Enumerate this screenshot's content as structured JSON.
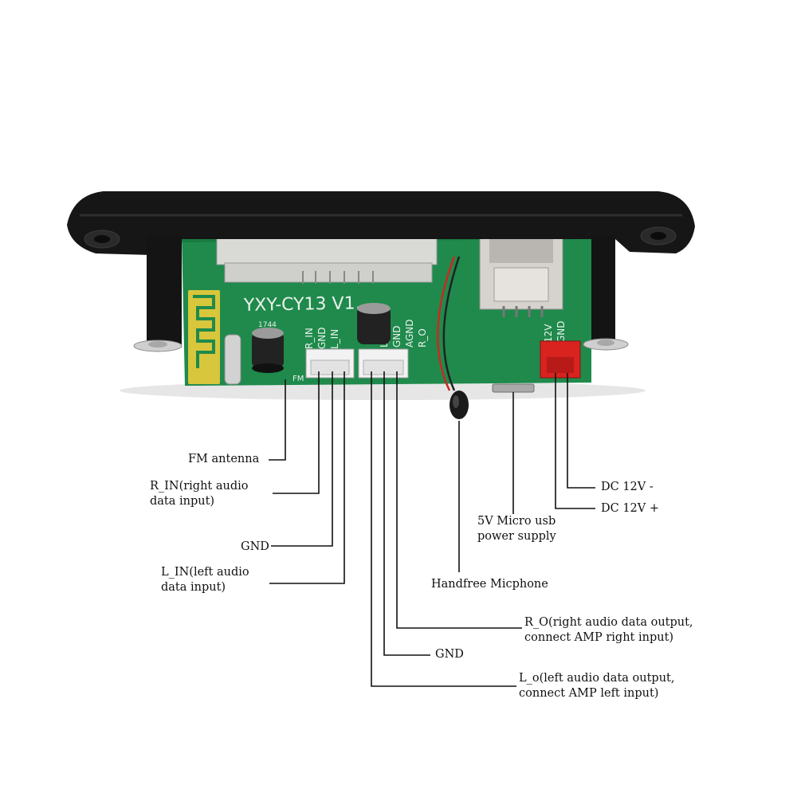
{
  "board": {
    "model": "YXY-CY13 V1.",
    "date_code": "1744",
    "fm_mark": "FM",
    "pin_marks": [
      "R_IN",
      "GND",
      "L_IN",
      "L_O",
      "GND",
      "AGND",
      "R_O",
      "12V",
      "GND"
    ]
  },
  "colors": {
    "pcb": "#1f8a4c",
    "bracket": "#151515",
    "connector_red": "#d9231f",
    "connector_white": "#f2f2f2",
    "lead_line": "#111111"
  },
  "callouts": [
    {
      "id": "fm",
      "lines": [
        "FM antenna"
      ]
    },
    {
      "id": "rin",
      "lines": [
        "R_IN(right audio",
        "data input)"
      ]
    },
    {
      "id": "gnd-in",
      "lines": [
        "GND"
      ]
    },
    {
      "id": "lin",
      "lines": [
        "L_IN(left audio",
        "data input)"
      ]
    },
    {
      "id": "mic",
      "lines": [
        "Handfree Micphone"
      ]
    },
    {
      "id": "usb",
      "lines": [
        "5V Micro usb",
        "power supply"
      ]
    },
    {
      "id": "dcneg",
      "lines": [
        "DC 12V -"
      ]
    },
    {
      "id": "dcpos",
      "lines": [
        "DC 12V +"
      ]
    },
    {
      "id": "ro",
      "lines": [
        "R_O(right audio data output,",
        "connect AMP right input)"
      ]
    },
    {
      "id": "gnd-out",
      "lines": [
        "GND"
      ]
    },
    {
      "id": "lo",
      "lines": [
        "L_o(left audio data output,",
        "connect AMP left input)"
      ]
    }
  ]
}
